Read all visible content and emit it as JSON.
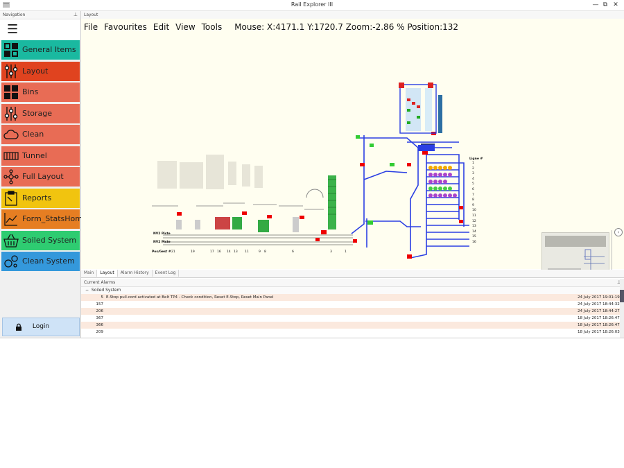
{
  "window": {
    "title": "Rail Explorer III",
    "controls": {
      "minimize": "—",
      "restore": "⧉",
      "close": "✕"
    }
  },
  "navigation": {
    "header": "Navigation",
    "pin": "📌",
    "menu_icon": "☰",
    "items": [
      {
        "label": "General Items",
        "color": "#1ab9a0",
        "icon": "grid-icon"
      },
      {
        "label": "Layout",
        "color": "#e0431f",
        "icon": "sliders-icon"
      },
      {
        "label": "Bins",
        "color": "#e86c55",
        "icon": "bins-icon"
      },
      {
        "label": "Storage",
        "color": "#e86c55",
        "icon": "storage-icon"
      },
      {
        "label": "Clean",
        "color": "#e86c55",
        "icon": "cloud-icon"
      },
      {
        "label": "Tunnel",
        "color": "#e86c55",
        "icon": "tunnel-icon"
      },
      {
        "label": "Full Layout",
        "color": "#e86c55",
        "icon": "network-icon"
      },
      {
        "label": "Reports",
        "color": "#f1c40f",
        "icon": "clipboard-icon"
      },
      {
        "label": "Form_StatsHome",
        "color": "#e67e22",
        "icon": "chart-icon"
      },
      {
        "label": "Soiled System",
        "color": "#2ecc71",
        "icon": "basket-icon"
      },
      {
        "label": "Clean System",
        "color": "#3498db",
        "icon": "bubbles-icon"
      }
    ],
    "login_label": "Login"
  },
  "layout_pane": {
    "header": "Layout",
    "menu": [
      "File",
      "Favourites",
      "Edit",
      "View",
      "Tools"
    ],
    "status": "Mouse: X:4171.1 Y:1720.7 Zoom:-2.86 % Position:132"
  },
  "tabs": [
    {
      "label": "Main",
      "active": false
    },
    {
      "label": "Layout",
      "active": true
    },
    {
      "label": "Alarm History",
      "active": false
    },
    {
      "label": "Event Log",
      "active": false
    }
  ],
  "alarms": {
    "header": "Current Alarms",
    "group": "Soiled System",
    "rows": [
      {
        "num": "5",
        "msg": "E-Stop pull-cord activated at Belt TP4 - Check condition, Reset E-Stop, Reset Main Panel",
        "date": "24 July 2017",
        "time": "19:01:19"
      },
      {
        "num": "157",
        "msg": "",
        "date": "24 July 2017",
        "time": "18:44:32"
      },
      {
        "num": "206",
        "msg": "",
        "date": "24 July 2017",
        "time": "18:44:27"
      },
      {
        "num": "367",
        "msg": "",
        "date": "18 July 2017",
        "time": "18:26:47"
      },
      {
        "num": "366",
        "msg": "",
        "date": "18 July 2017",
        "time": "18:26:47"
      },
      {
        "num": "209",
        "msg": "",
        "date": "18 July 2017",
        "time": "18:26:03"
      }
    ]
  },
  "diagram_labels": {
    "ligne_header": "Ligne #",
    "ligne_numbers": [
      "1",
      "2",
      "3",
      "4",
      "5",
      "6",
      "7",
      "8",
      "9",
      "10",
      "11",
      "12",
      "13",
      "14",
      "15",
      "16"
    ],
    "line_a": "NV2 Piste",
    "line_b": "NV2 Piste",
    "pos_label": "Pos/Gest #",
    "pos_numbers": [
      "21",
      "19",
      "17",
      "16",
      "14",
      "13",
      "11",
      "9",
      "8",
      "6",
      "3",
      "1"
    ]
  }
}
